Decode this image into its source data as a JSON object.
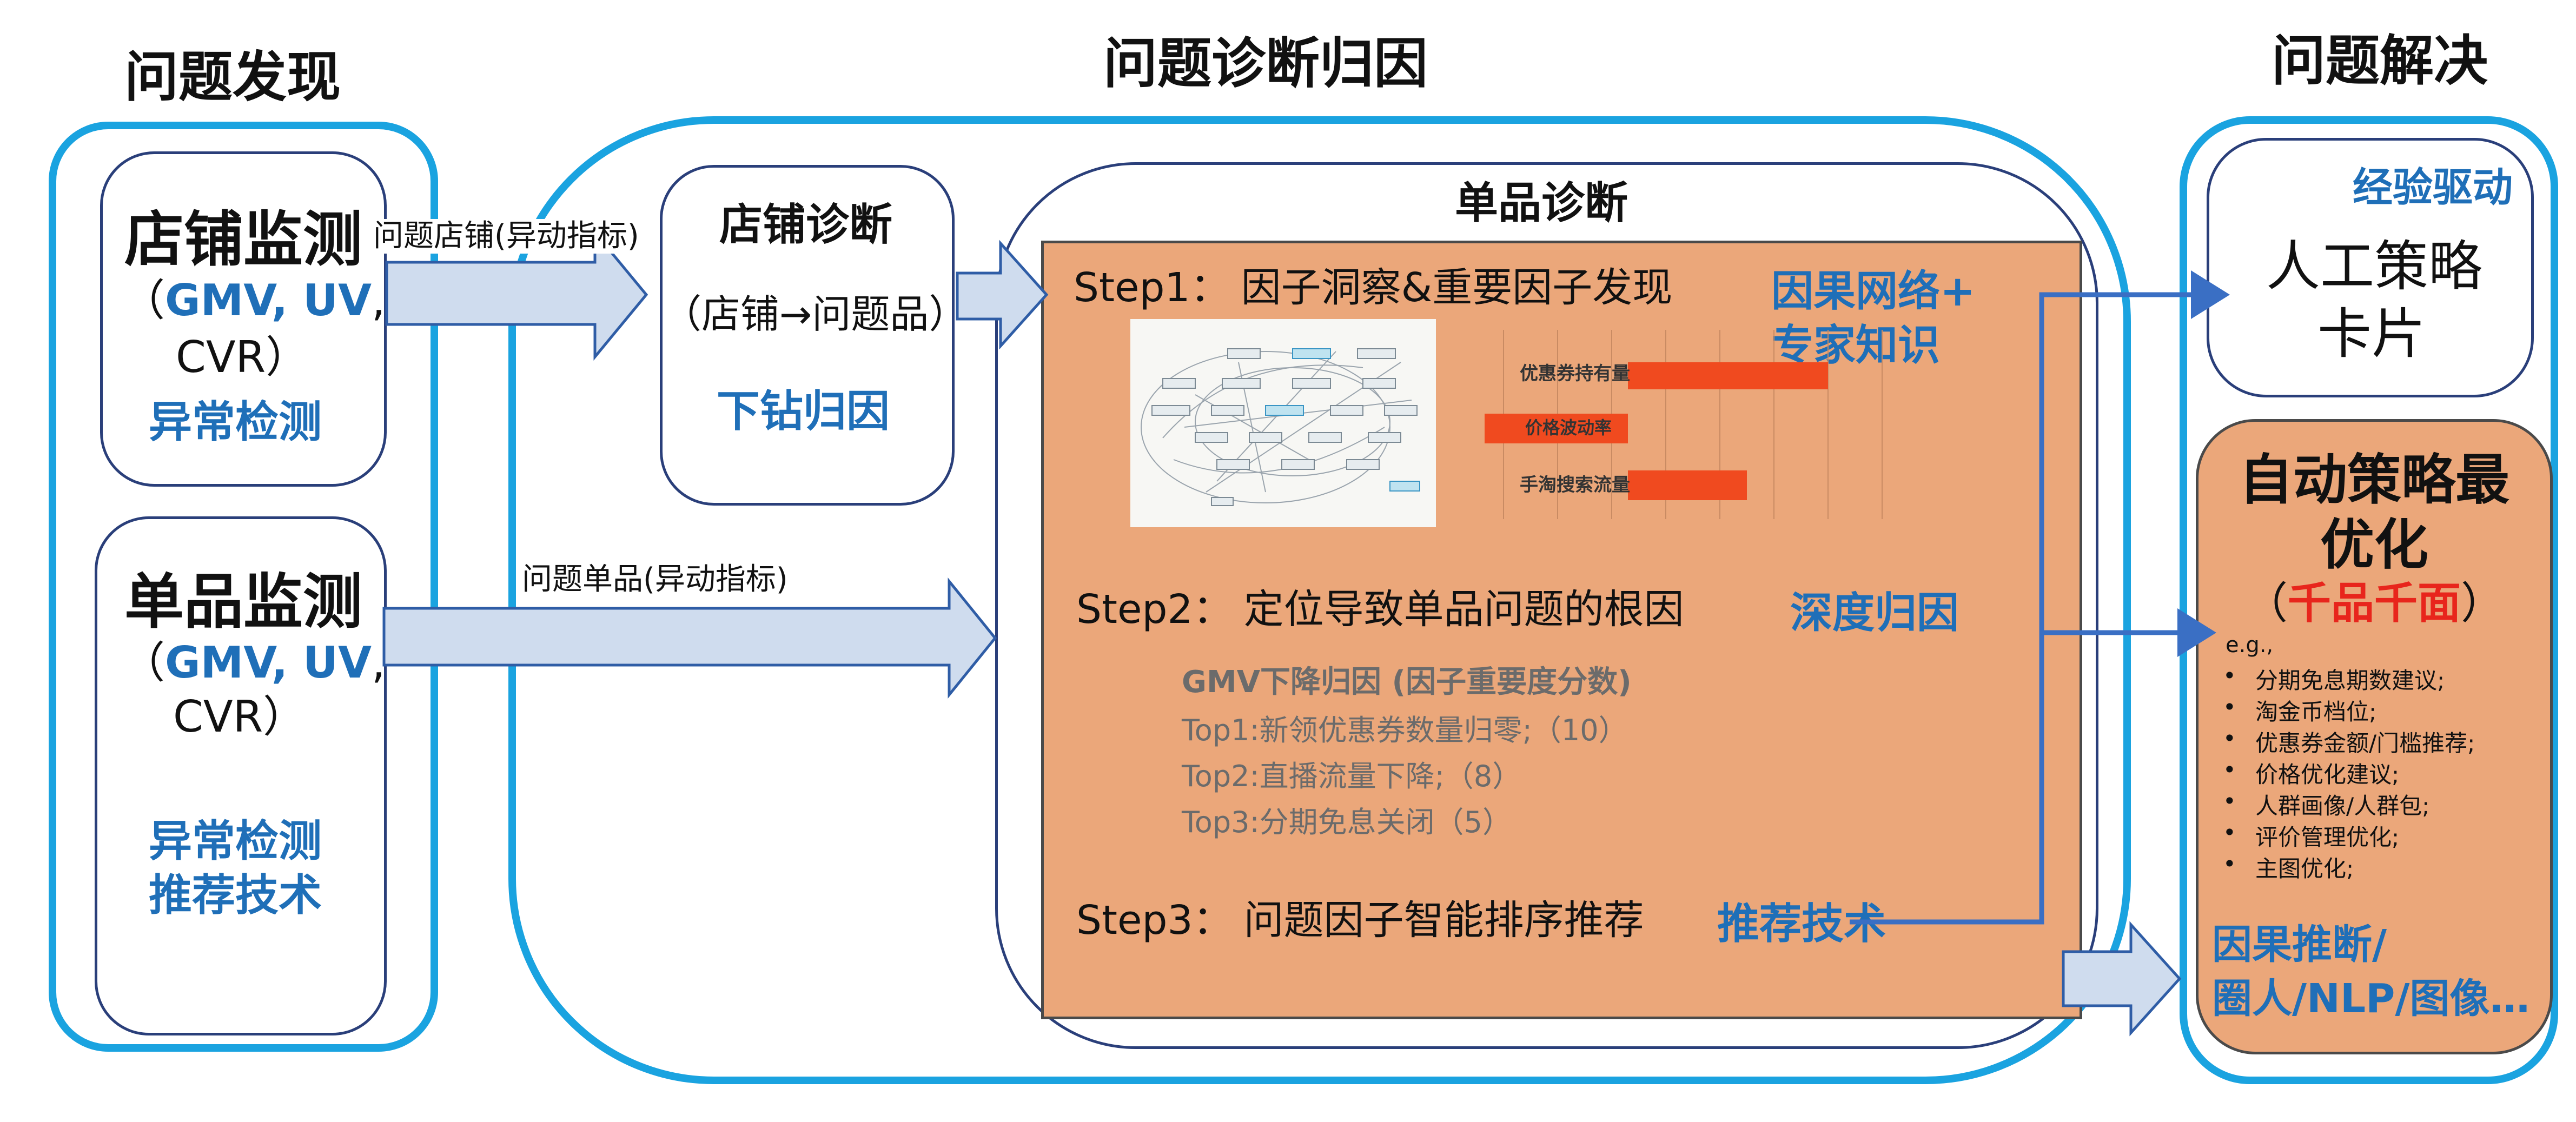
{
  "headers": {
    "discovery": "问题发现",
    "diagnosis": "问题诊断归因",
    "resolution": "问题解决"
  },
  "discovery": {
    "store_monitor": {
      "title": "店铺监测",
      "metrics_open": "（",
      "metrics_blue": "GMV, UV",
      "metrics_close": ",",
      "metrics_cvr": "CVR）",
      "method": "异常检测"
    },
    "item_monitor": {
      "title": "单品监测",
      "metrics_open": "（",
      "metrics_blue": "GMV, UV",
      "metrics_close": ",",
      "metrics_cvr": "CVR）",
      "method_line1": "异常检测",
      "method_line2": "推荐技术"
    }
  },
  "arrows": {
    "store_label": "问题店铺(异动指标)",
    "item_label": "问题单品(异动指标)"
  },
  "store_diagnosis": {
    "title": "店铺诊断",
    "subtitle": "（店铺→问题品）",
    "method": "下钻归因"
  },
  "item_diagnosis": {
    "title": "单品诊断",
    "step1": {
      "label": "Step1：",
      "text": "因子洞察&重要因子发现",
      "method_line1": "因果网络+",
      "method_line2": "专家知识"
    },
    "factor_chart": {
      "labels": [
        "优惠券持有量",
        "价格波动率",
        "手淘搜索流量"
      ]
    },
    "step2": {
      "label": "Step2：",
      "text": "定位导致单品问题的根因",
      "method": "深度归因"
    },
    "root_cause": {
      "title": "GMV下降归因 (因子重要度分数)",
      "items": [
        "Top1:新领优惠券数量归零;（10）",
        "Top2:直播流量下降;（8）",
        "Top3:分期免息关闭（5）"
      ]
    },
    "step3": {
      "label": "Step3：",
      "text": "问题因子智能排序推荐",
      "method": "推荐技术"
    }
  },
  "resolution": {
    "manual": {
      "tag": "经验驱动",
      "line1": "人工策略",
      "line2": "卡片"
    },
    "auto": {
      "title_line1": "自动策略最",
      "title_line2": "优化",
      "subtitle_open": "（",
      "subtitle_red": "千品千面",
      "subtitle_close": "）",
      "eg": "e.g.,",
      "bullet": "•",
      "items": [
        "分期免息期数建议;",
        "淘金币档位;",
        "优惠券金额/门槛推荐;",
        "价格优化建议;",
        "人群画像/人群包;",
        "评价管理优化;",
        "主图优化;"
      ],
      "method_line1": "因果推断/",
      "method_line2": "圈人/NLP/图像…"
    }
  },
  "colors": {
    "frame": "#1aa3e0",
    "accent_blue": "#1f6fb8",
    "panel": "#eba77a",
    "bar": "#f04a1f",
    "red": "#e8251c",
    "arrow_fill": "#cfdcee"
  }
}
